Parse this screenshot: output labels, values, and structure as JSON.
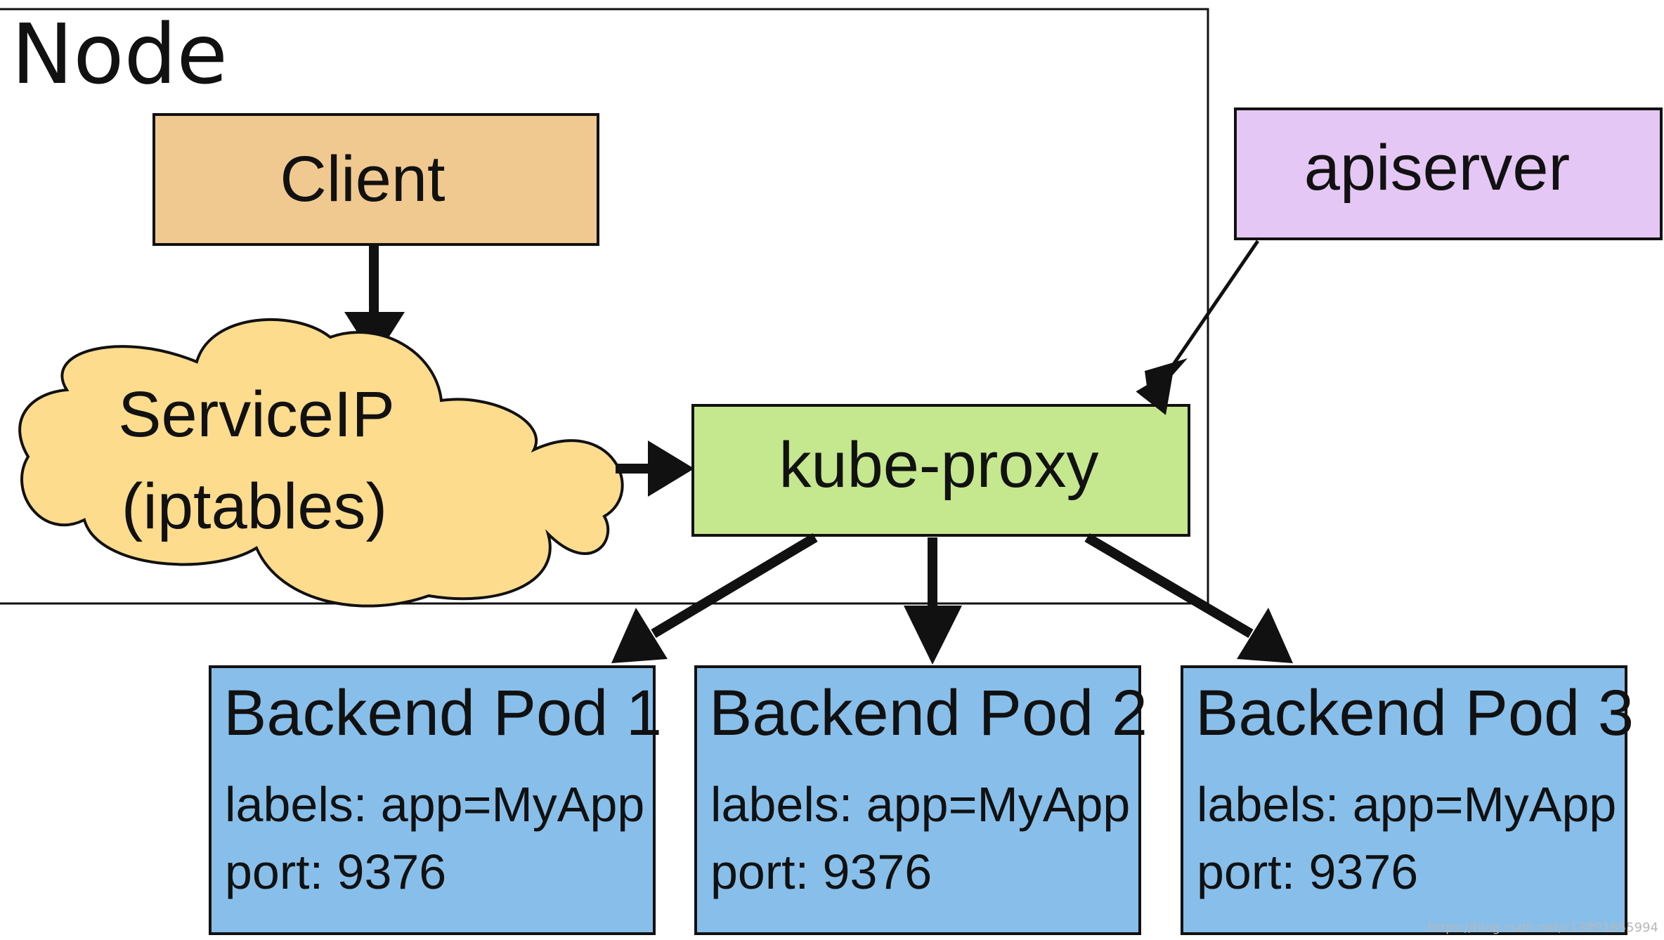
{
  "diagram": {
    "node_label": "Node",
    "client_label": "Client",
    "service_ip_line1": "ServiceIP",
    "service_ip_line2": "(iptables)",
    "kube_proxy_label": "kube-proxy",
    "apiserver_label": "apiserver",
    "pods": [
      {
        "title": "Backend Pod 1",
        "labels": "labels: app=MyApp",
        "port": "port: 9376"
      },
      {
        "title": "Backend Pod 2",
        "labels": "labels: app=MyApp",
        "port": "port: 9376"
      },
      {
        "title": "Backend Pod 3",
        "labels": "labels: app=MyApp",
        "port": "port: 9376"
      }
    ],
    "watermark": "https://blog.csdn.net/c13891855994"
  },
  "colors": {
    "client_fill": "#F0C990",
    "service_ip_fill": "#FDDC8E",
    "kube_proxy_fill": "#C5E78E",
    "apiserver_fill": "#E5C7F5",
    "pod_fill": "#87BFEA",
    "stroke": "#111111"
  }
}
